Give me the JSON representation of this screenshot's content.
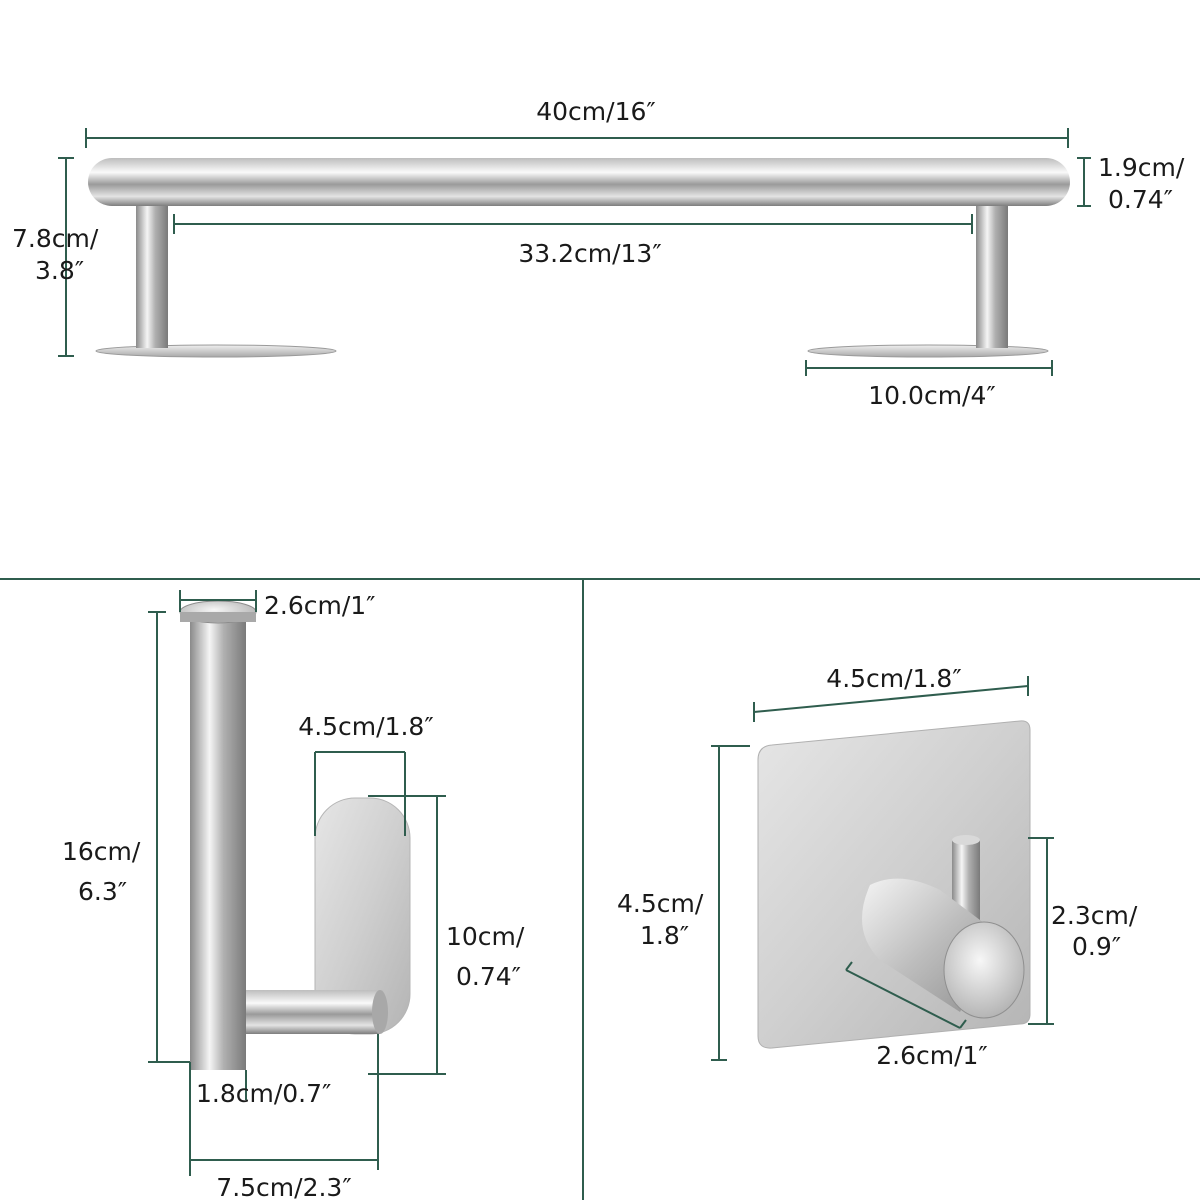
{
  "towel_bar": {
    "overall_length": "40cm/16″",
    "bar_diameter_line1": "1.9cm/",
    "bar_diameter_line2": "0.74″",
    "height_line1": "7.8cm/",
    "height_line2": "3.8″",
    "inner_span": "33.2cm/13″",
    "base_length": "10.0cm/4″"
  },
  "paper_holder": {
    "cap_diameter": "2.6cm/1″",
    "plate_width": "4.5cm/1.8″",
    "height_line1": "16cm/",
    "height_line2": "6.3″",
    "plate_height_line1": "10cm/",
    "plate_height_line2": "0.74″",
    "rod_diameter": "1.8cm/0.7″",
    "depth": "7.5cm/2.3″"
  },
  "hook": {
    "plate_width": "4.5cm/1.8″",
    "plate_height_line1": "4.5cm/",
    "plate_height_line2": "1.8″",
    "hook_height_line1": "2.3cm/",
    "hook_height_line2": "0.9″",
    "hook_diameter": "2.6cm/1″"
  },
  "colors": {
    "dimension_line": "#2f5d4e",
    "steel_light": "#f2f2f2",
    "steel_dark": "#8c8c8c"
  }
}
